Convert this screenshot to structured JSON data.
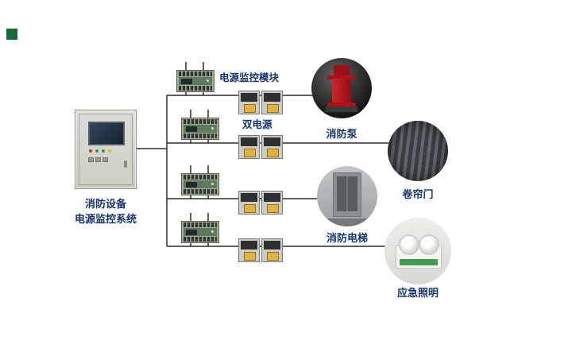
{
  "system": {
    "line1": "消防设备",
    "line2": "电源监控系统"
  },
  "labels": {
    "module": "电源监控模块",
    "dual_power": "双电源"
  },
  "equipment": [
    {
      "name": "消防泵"
    },
    {
      "name": "卷帘门"
    },
    {
      "name": "消防电梯"
    },
    {
      "name": "应急照明"
    }
  ],
  "colors": {
    "label_text": "#17366e",
    "wire": "#2b2b2b",
    "corner_mark_green": "#156b38",
    "ats_yellow": "#e2b33c",
    "pump_red": "#c1121f",
    "emergency_strip_green": "#3f9e4d"
  }
}
